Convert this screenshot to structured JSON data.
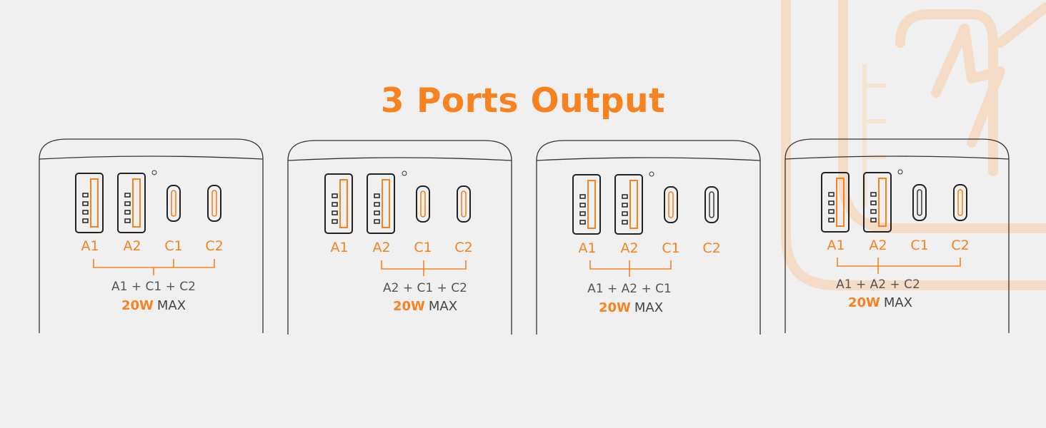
{
  "title": "3 Ports Output",
  "colors": {
    "accent": "#f7821f",
    "outline": "#333333",
    "watermark": "#f4dcc6"
  },
  "icons": {
    "background": "charger-plug-watermark-icon"
  },
  "panels": [
    {
      "labels": [
        "A1",
        "A2",
        "C1",
        "C2"
      ],
      "combo": "A1 + C1 + C2",
      "watt": "20W",
      "max": "MAX",
      "active_ports": [
        "A1",
        "C1",
        "C2"
      ]
    },
    {
      "labels": [
        "A1",
        "A2",
        "C1",
        "C2"
      ],
      "combo": "A2 + C1 + C2",
      "watt": "20W",
      "max": "MAX",
      "active_ports": [
        "A2",
        "C1",
        "C2"
      ]
    },
    {
      "labels": [
        "A1",
        "A2",
        "C1",
        "C2"
      ],
      "combo": "A1 + A2 + C1",
      "watt": "20W",
      "max": "MAX",
      "active_ports": [
        "A1",
        "A2",
        "C1"
      ]
    },
    {
      "labels": [
        "A1",
        "A2",
        "C1",
        "C2"
      ],
      "combo": "A1 + A2 + C2",
      "watt": "20W",
      "max": "MAX",
      "active_ports": [
        "A1",
        "A2",
        "C2"
      ]
    }
  ]
}
